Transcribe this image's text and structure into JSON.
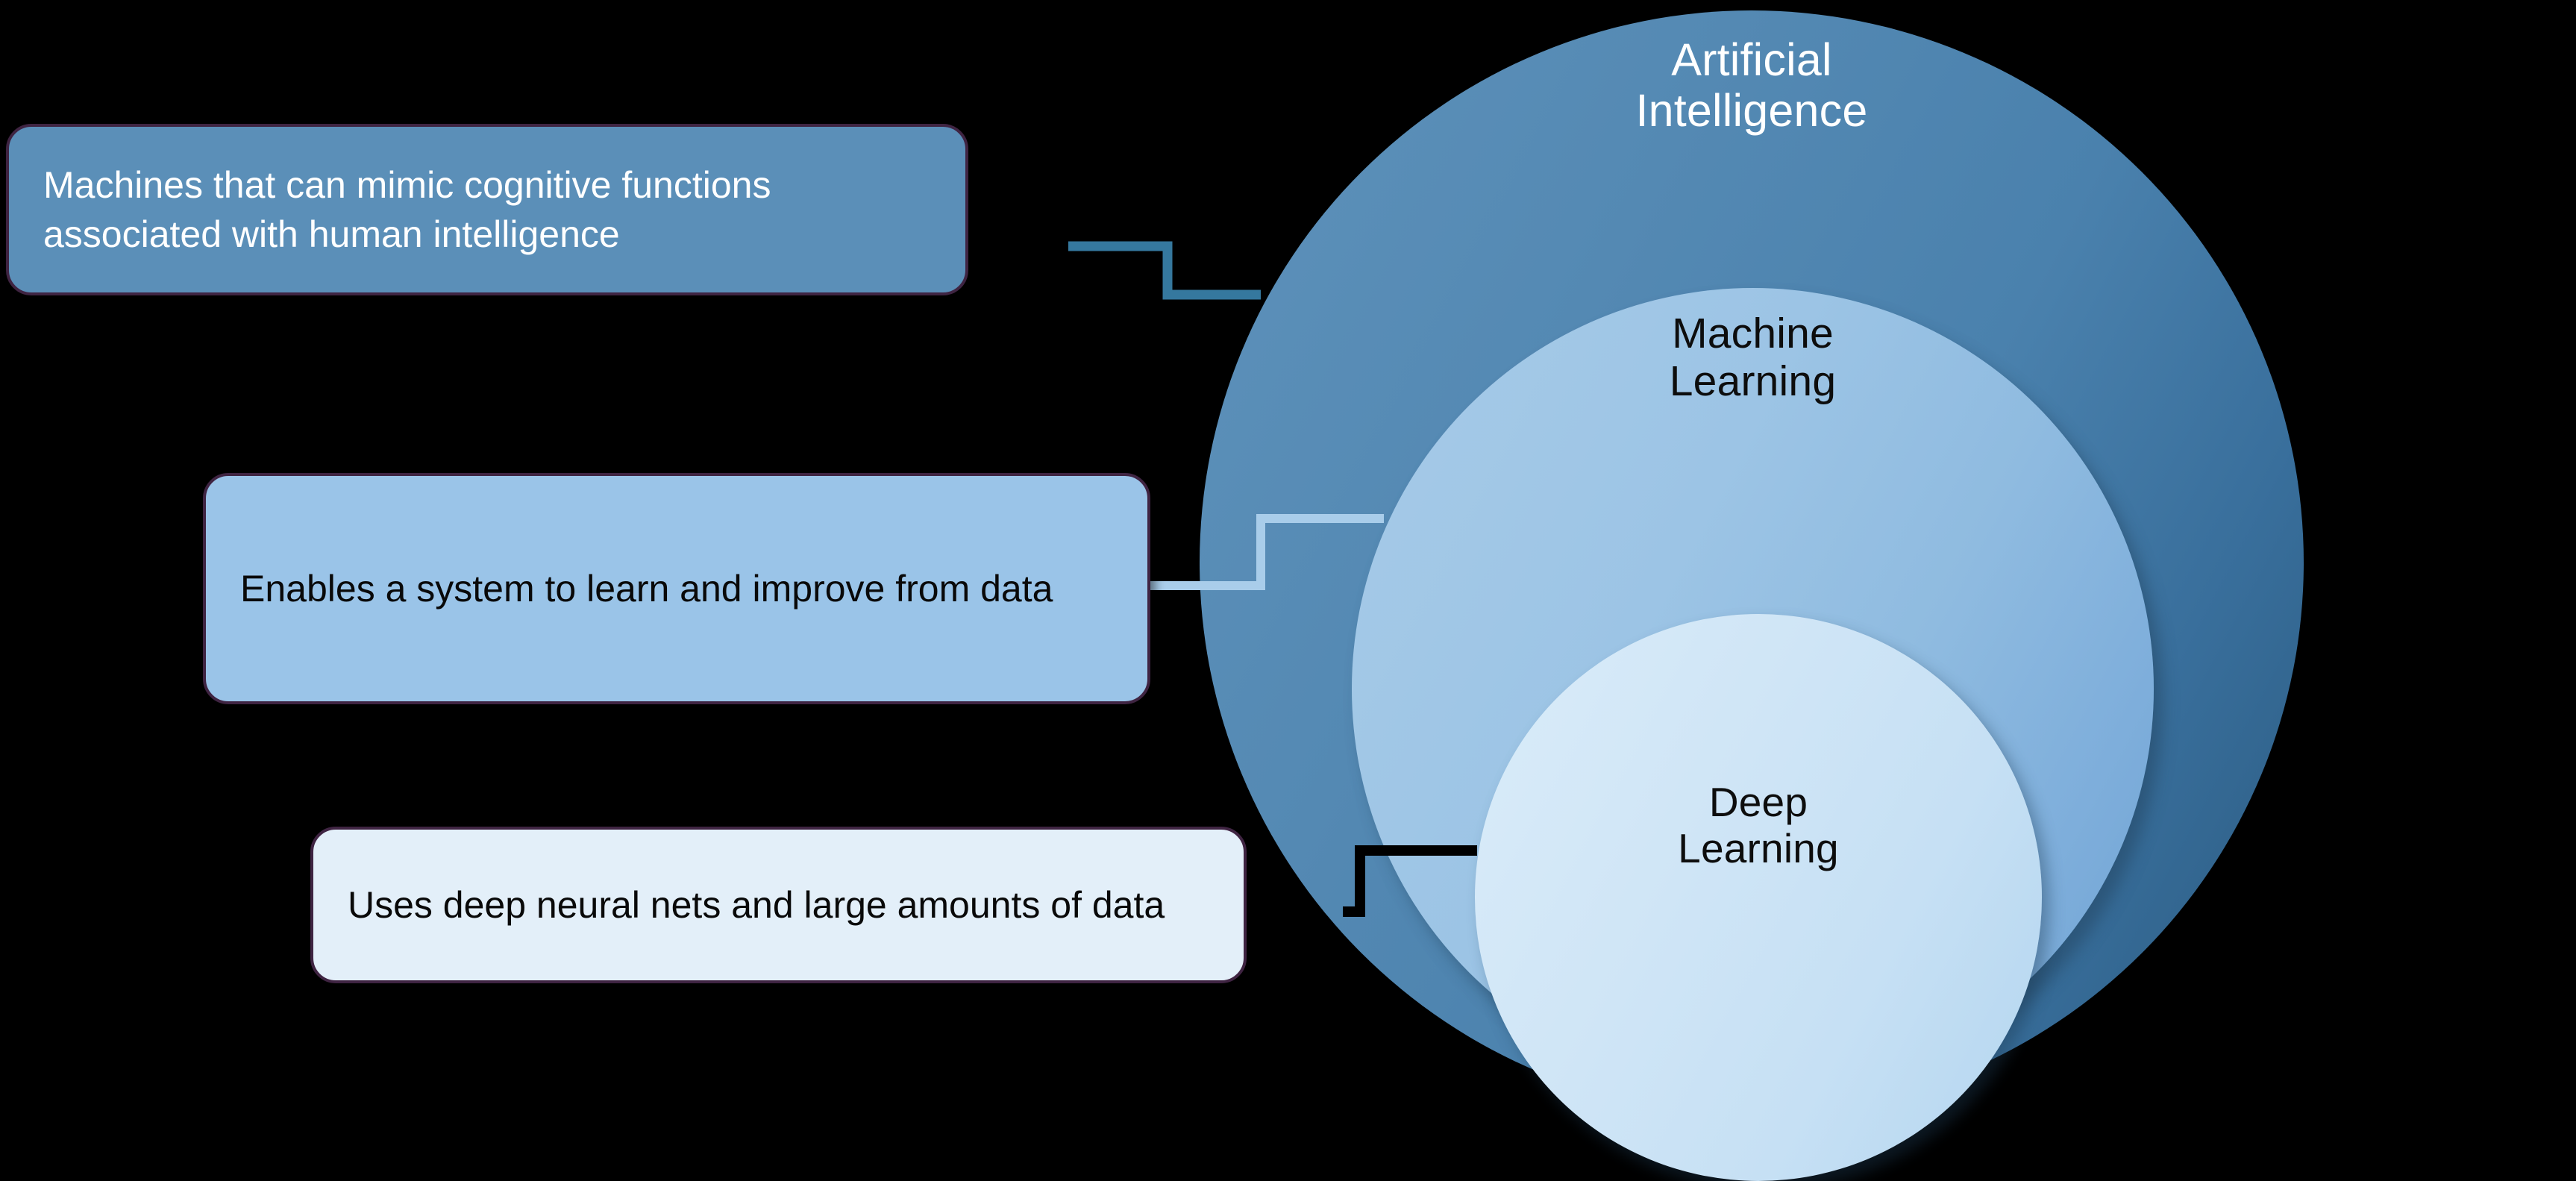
{
  "diagram": {
    "title_concept": "Artificial Intelligence vs Machine Learning vs Deep Learning",
    "background_color": "#000000"
  },
  "circles": [
    {
      "id": "artificial-intelligence",
      "label": "Artificial\nIntelligence",
      "fill_color": "#4a81ad",
      "text_color": "#ffffff",
      "level": 1
    },
    {
      "id": "machine-learning",
      "label": "Machine\nLearning",
      "fill_color": "#9cc4e5",
      "text_color": "#0d0d0d",
      "level": 2
    },
    {
      "id": "deep-learning",
      "label": "Deep\nLearning",
      "fill_color": "#c6e0f4",
      "text_color": "#0d0d0d",
      "level": 3
    }
  ],
  "callouts": [
    {
      "id": "callout-artificial-intelligence",
      "text": "Machines that can mimic cognitive functions associated with human intelligence",
      "fill_color": "#5b8fb8",
      "border_color": "#3f2442",
      "text_color": "#ffffff",
      "connector_color": "#35789e",
      "target": "artificial-intelligence"
    },
    {
      "id": "callout-machine-learning",
      "text": "Enables a system to learn and improve from data",
      "fill_color": "#9ac4e8",
      "border_color": "#3f2442",
      "text_color": "#090909",
      "connector_color": "#a9cdea",
      "target": "machine-learning"
    },
    {
      "id": "callout-deep-learning",
      "text": "Uses deep neural nets and large amounts of data",
      "fill_color": "#e3eff9",
      "border_color": "#3f2442",
      "text_color": "#090909",
      "connector_color": "#000000",
      "target": "deep-learning"
    }
  ]
}
